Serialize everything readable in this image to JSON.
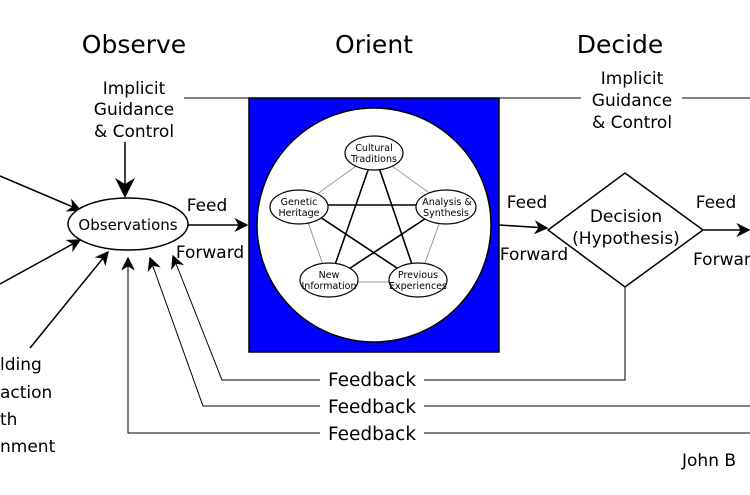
{
  "headers": {
    "observe": "Observe",
    "orient": "Orient",
    "decide": "Decide"
  },
  "implicit_left": [
    "Implicit",
    "Guidance",
    "& Control"
  ],
  "implicit_right": [
    "Implicit",
    "Guidance",
    "& Control"
  ],
  "observations": "Observations",
  "feed_forward_1": [
    "Feed",
    "Forward"
  ],
  "feed_forward_2": [
    "Feed",
    "Forward"
  ],
  "feed_forward_3": [
    "Feed",
    "Forwar"
  ],
  "decision": [
    "Decision",
    "(Hypothesis)"
  ],
  "orient_nodes": {
    "cultural": [
      "Cultural",
      "Traditions"
    ],
    "analysis": [
      "Analysis &",
      "Synthesis"
    ],
    "previous": [
      "Previous",
      "Experiences"
    ],
    "new_info": [
      "New",
      "Information"
    ],
    "genetic": [
      "Genetic",
      "Heritage"
    ]
  },
  "feedback": [
    "Feedback",
    "Feedback",
    "Feedback"
  ],
  "unfolding": [
    "lding",
    "action",
    "th",
    "nment"
  ],
  "credit": "John B",
  "colors": {
    "orient_box": "#0000ff",
    "line": "#000000",
    "gray_line": "#9a9a9a"
  }
}
